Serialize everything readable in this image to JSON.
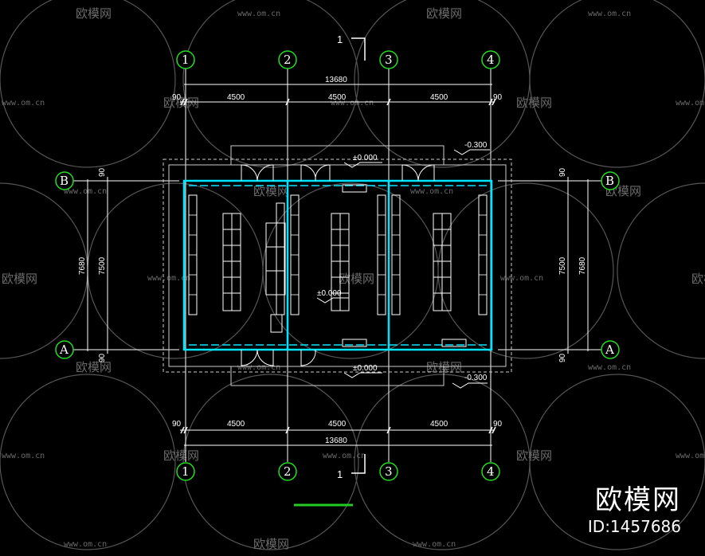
{
  "drawing": {
    "grid_numbers": [
      "1",
      "2",
      "3",
      "4"
    ],
    "grid_letters": [
      "A",
      "B"
    ],
    "dims": {
      "overall_length": "13680",
      "bay": "4500",
      "edge": "90",
      "overall_depth": "7680",
      "axis_depth": "7500"
    },
    "levels": {
      "floor": "±0.000",
      "outside": "-0.300"
    },
    "section_mark": "1"
  },
  "watermark": {
    "brand": "欧模网",
    "url": "www.om.cn"
  },
  "branding": {
    "logo": "欧模网",
    "id": "ID:1457686"
  },
  "colors": {
    "background": "#000000",
    "wall": "#00e5ff",
    "line": "#ffffff",
    "grid_circle": "#22dd22",
    "accent": "#22cc22",
    "watermark": "#6a6a6a"
  }
}
